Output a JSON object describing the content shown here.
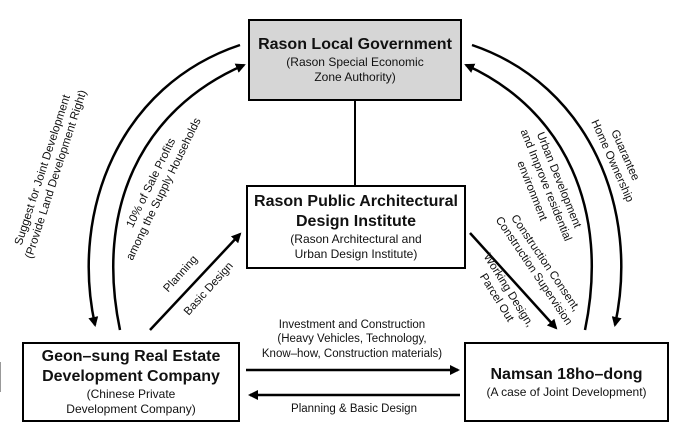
{
  "nodes": {
    "gov": {
      "title": "Rason Local Government",
      "sub1": "(Rason Special Economic",
      "sub2": "Zone Authority)"
    },
    "inst": {
      "title1": "Rason Public Architectural",
      "title2": "Design Institute",
      "sub1": "(Rason Architectural and",
      "sub2": "Urban Design Institute)"
    },
    "geon": {
      "title1": "Geon–sung Real Estate",
      "title2": "Development Company",
      "sub1": "(Chinese Private",
      "sub2": "Development Company)"
    },
    "nam": {
      "title": "Namsan 18ho–dong",
      "sub": "(A case of Joint Development)"
    }
  },
  "labels": {
    "suggest1": "Suggest for Joint Development",
    "suggest2": "(Provide Land Development Right)",
    "profit1": "10% of Sale Profits",
    "profit2": "among the Supply Households",
    "planning": "Planning",
    "basic": "Basic Design",
    "urban1": "Urban Development",
    "urban2": "and Improve residential",
    "urban3": "environment",
    "guar1": "Guarantee",
    "guar2": "Home Ownership",
    "cons1": "Construction Consent,",
    "cons2": "Construction Supervision",
    "work1": "Working Design,",
    "work2": "Parcel Out",
    "inv1": "Investment and Construction",
    "inv2": "(Heavy Vehicles, Technology,",
    "inv3": "Know–how, Construction materials)",
    "pbd": "Planning & Basic Design"
  }
}
